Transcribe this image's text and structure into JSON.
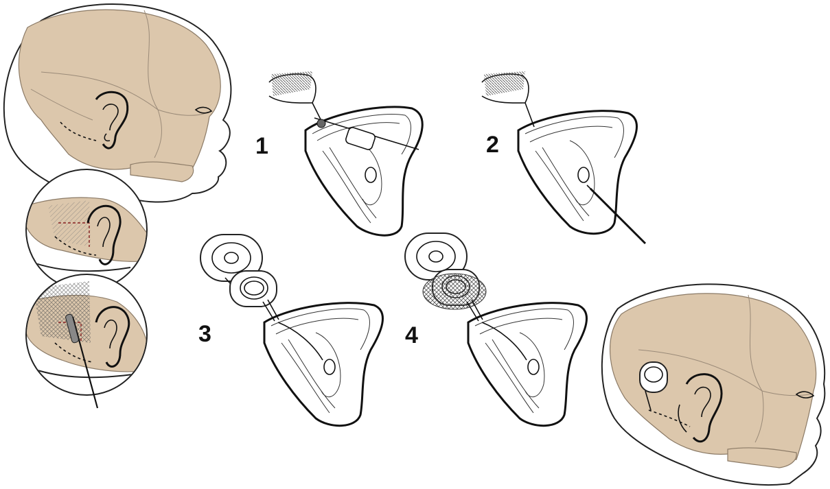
{
  "steps": [
    {
      "id": 1,
      "label": "1"
    },
    {
      "id": 2,
      "label": "2"
    },
    {
      "id": 3,
      "label": "3"
    },
    {
      "id": 4,
      "label": "4"
    }
  ],
  "colors": {
    "bone": "#dcc7ac",
    "line": "#111111",
    "incision_marking": "#8a2020",
    "background": "#ffffff"
  }
}
